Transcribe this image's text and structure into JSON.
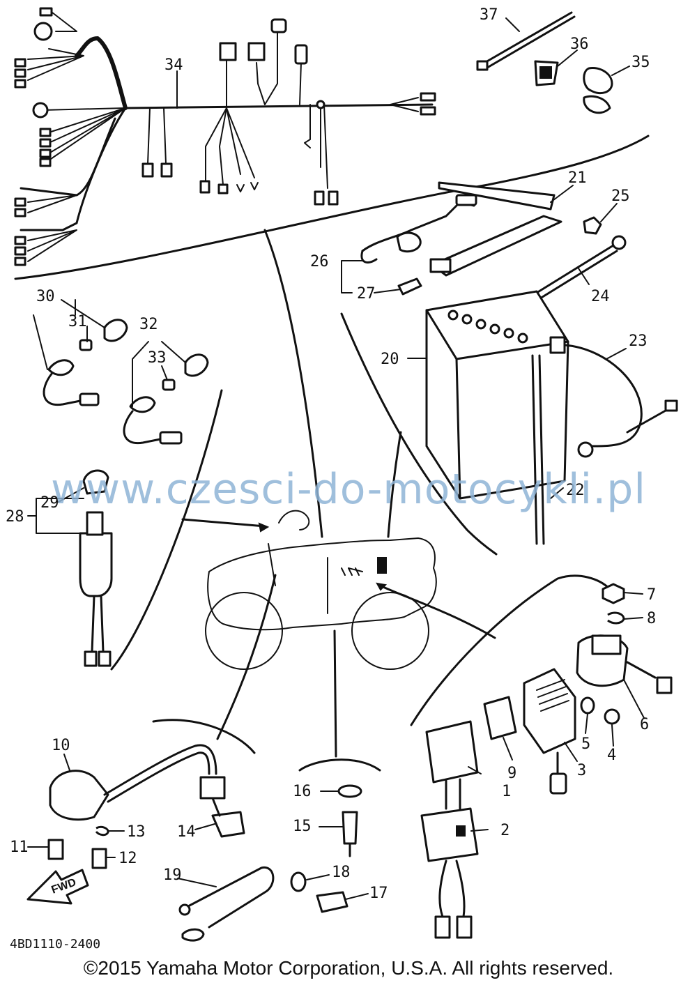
{
  "watermark": "www.czesci-do-motocykli.pl",
  "copyright": "©2015 Yamaha Motor Corporation, U.S.A. All rights reserved.",
  "diagram_code": "4BD1110-2400",
  "fwd_label": "FWD",
  "callouts": [
    "1",
    "2",
    "3",
    "4",
    "5",
    "6",
    "7",
    "8",
    "9",
    "10",
    "11",
    "12",
    "13",
    "14",
    "15",
    "16",
    "17",
    "18",
    "19",
    "20",
    "21",
    "22",
    "23",
    "24",
    "25",
    "26",
    "27",
    "28",
    "29",
    "30",
    "31",
    "32",
    "33",
    "34",
    "35",
    "36",
    "37"
  ],
  "colors": {
    "line": "#111111",
    "watermark": "#8fb4d6",
    "background": "#ffffff"
  }
}
